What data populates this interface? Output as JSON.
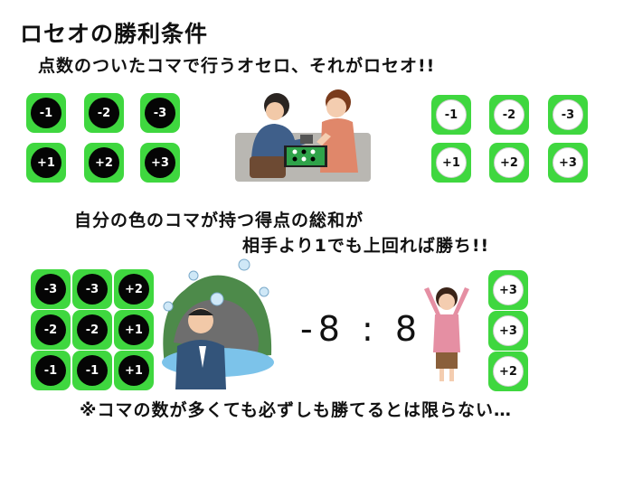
{
  "title": "ロセオの勝利条件",
  "subtitle": "点数のついたコマで行うオセロ、それがロセオ!!",
  "rule_line1": "自分の色のコマが持つ得点の総和が",
  "rule_line2": "相手より1でも上回れば勝ち!!",
  "score": "-8 : 8",
  "note": "※コマの数が多くても必ずしも勝てるとは限らない…",
  "colors": {
    "tile_green": "#3fd73f",
    "black_piece": "#050505",
    "white_piece": "#ffffff"
  },
  "top_black_pieces": [
    "-1",
    "-2",
    "-3",
    "+1",
    "+2",
    "+3"
  ],
  "top_white_pieces": [
    "-1",
    "-2",
    "-3",
    "+1",
    "+2",
    "+3"
  ],
  "bottom_black_grid": [
    "-3",
    "-3",
    "+2",
    "-2",
    "-2",
    "+1",
    "-1",
    "-1",
    "+1"
  ],
  "bottom_white_column": [
    "+3",
    "+3",
    "+2"
  ],
  "illustrations": [
    "two-people-playing-othello",
    "man-in-despair",
    "woman-cheering"
  ]
}
